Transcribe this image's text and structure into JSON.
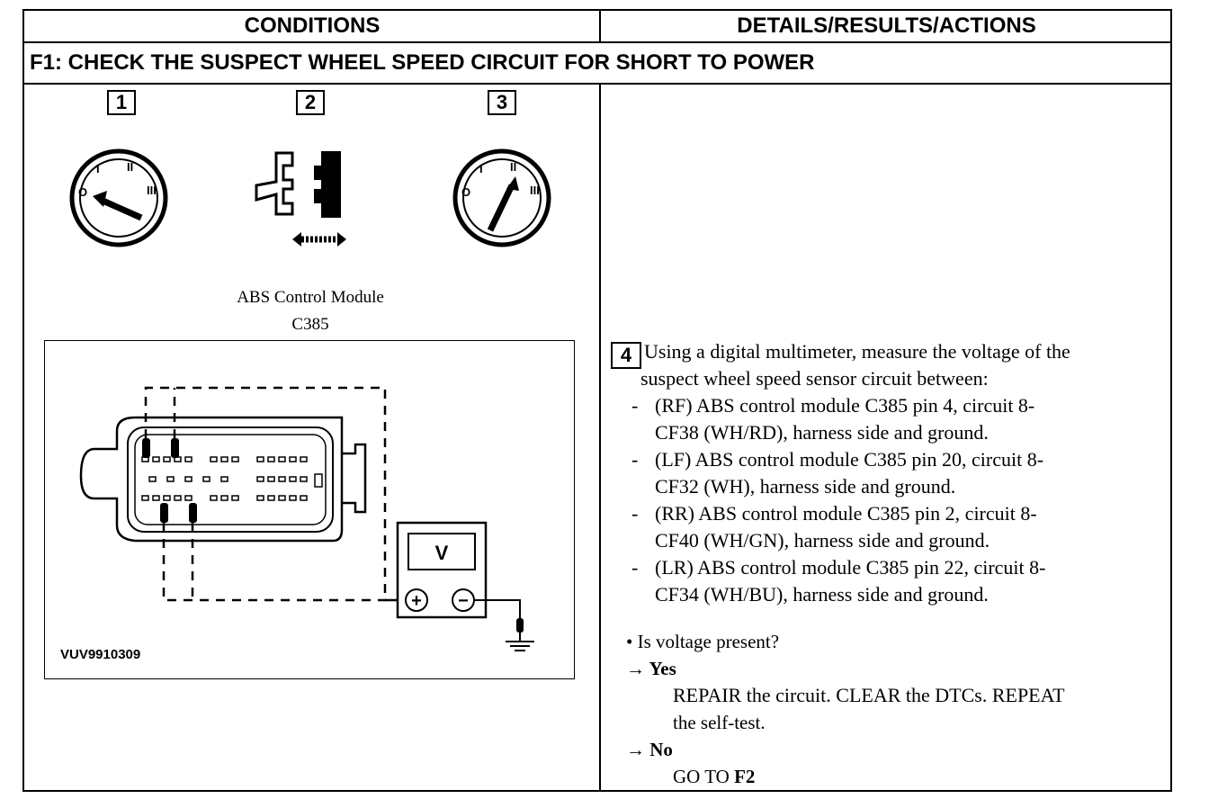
{
  "header": {
    "conditions": "CONDITIONS",
    "details": "DETAILS/RESULTS/ACTIONS"
  },
  "test_title": "F1: CHECK THE SUSPECT WHEEL SPEED CIRCUIT FOR SHORT TO POWER",
  "steps": [
    {
      "number": "1",
      "icon": "ignition-switch-off-icon"
    },
    {
      "number": "2",
      "icon": "connector-disconnect-icon"
    },
    {
      "number": "3",
      "icon": "ignition-switch-on-icon"
    }
  ],
  "connector_caption": {
    "line1": "ABS Control Module",
    "line2": "C385"
  },
  "diagram": {
    "meter_label": "V",
    "plus": "+",
    "minus": "−",
    "image_code": "VUV9910309"
  },
  "step4": {
    "number": "4",
    "intro_line1": "Using a digital multimeter, measure the voltage of the",
    "intro_line2": "suspect wheel speed sensor circuit between:",
    "items": [
      {
        "line1": "(RF) ABS control module C385 pin 4, circuit 8-",
        "line2": "CF38 (WH/RD), harness side and ground."
      },
      {
        "line1": "(LF) ABS control module C385 pin 20, circuit 8-",
        "line2": "CF32 (WH), harness side and ground."
      },
      {
        "line1": "(RR) ABS control module C385 pin 2, circuit 8-",
        "line2": "CF40 (WH/GN), harness side and ground."
      },
      {
        "line1": "(LR) ABS control module C385 pin 22, circuit 8-",
        "line2": "CF34 (WH/BU), harness side and ground."
      }
    ],
    "dash": "-",
    "question": "• Is voltage present?",
    "yes_label": "→ Yes",
    "yes_action_line1": "REPAIR the circuit. CLEAR the DTCs. REPEAT",
    "yes_action_line2": "the self-test.",
    "no_label": "→ No",
    "no_action_prefix": "GO TO ",
    "no_action_target": "F2"
  }
}
